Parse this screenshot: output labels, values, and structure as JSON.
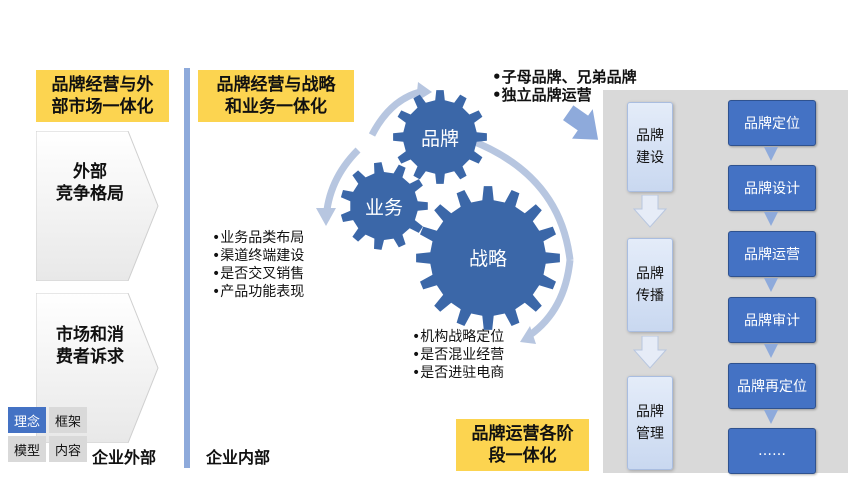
{
  "left": {
    "header": "品牌经营与外\n部市场一体化",
    "chevron1": "外部\n竞争格局",
    "chevron2": "市场和消\n费者诉求",
    "footer": "企业外部"
  },
  "middle": {
    "header": "品牌经营与战略\n和业务一体化",
    "footer": "企业内部",
    "business_bullets": [
      "业务品类布局",
      "渠道终端建设",
      "是否交叉销售",
      "产品功能表现"
    ],
    "strategy_bullets": [
      "机构战略定位",
      "是否混业经营",
      "是否进驻电商"
    ],
    "brand_bullets": [
      "子母品牌、兄弟品牌",
      "独立品牌运营"
    ],
    "gears": {
      "brand": "品牌",
      "business": "业务",
      "strategy": "战略"
    }
  },
  "right": {
    "stages": [
      "品牌\n建设",
      "品牌\n传播",
      "品牌\n管理"
    ],
    "steps": [
      "品牌定位",
      "品牌设计",
      "品牌运营",
      "品牌审计",
      "品牌再定位",
      "……"
    ],
    "footer": "品牌运营各阶\n段一体化"
  },
  "legend": {
    "top_left": "理念",
    "top_right": "框架",
    "bottom_left": "模型",
    "bottom_right": "内容"
  },
  "colors": {
    "yellow": "#fcd450",
    "gear_blue": "#3b67a8",
    "box_blue": "#4472c4",
    "panel_gray": "#d9d9d9",
    "divider_blue": "#8eaadb"
  }
}
